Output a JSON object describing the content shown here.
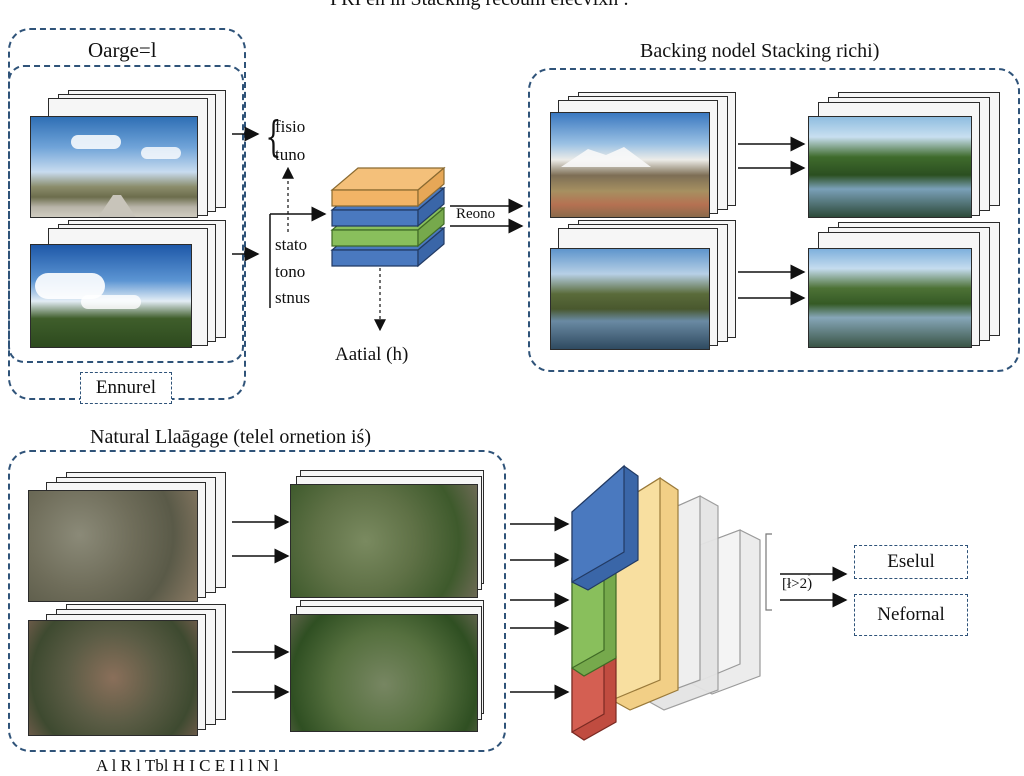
{
  "title": "PRI en in Stacking recoum elecvixn :",
  "panel_original": {
    "label": "Oarge=l",
    "footer": "Ennurel"
  },
  "brace_top": [
    "fisio",
    "tuno"
  ],
  "brace_bottom": [
    "stato",
    "tono",
    "stnus"
  ],
  "model_caption": "Aatial (h)",
  "arrow_label": "Reono",
  "panel_right": {
    "label": "Backing nodel Stacking richi)"
  },
  "section_bottom": {
    "label": "Natural Llaāgage (telel ornetion iś)"
  },
  "bracket_label": "[ł>2ۤ)",
  "outputs": [
    "Eselul",
    "Nefornal"
  ],
  "caption_bottom": "A                       l      R                l   Tbl    H     I C         E    I            l    l  N    l",
  "colors": {
    "border": "#2f5379",
    "layer_orange": "#f4c07a",
    "layer_blue": "#4a79bf",
    "layer_green": "#89bf5c",
    "layer_red": "#d45f52",
    "layer_yellow": "#f8dfa0",
    "layer_gray": "#e6e6e6"
  },
  "icons": [
    "right-arrow",
    "dashed-down-arrow",
    "curly-brace"
  ]
}
